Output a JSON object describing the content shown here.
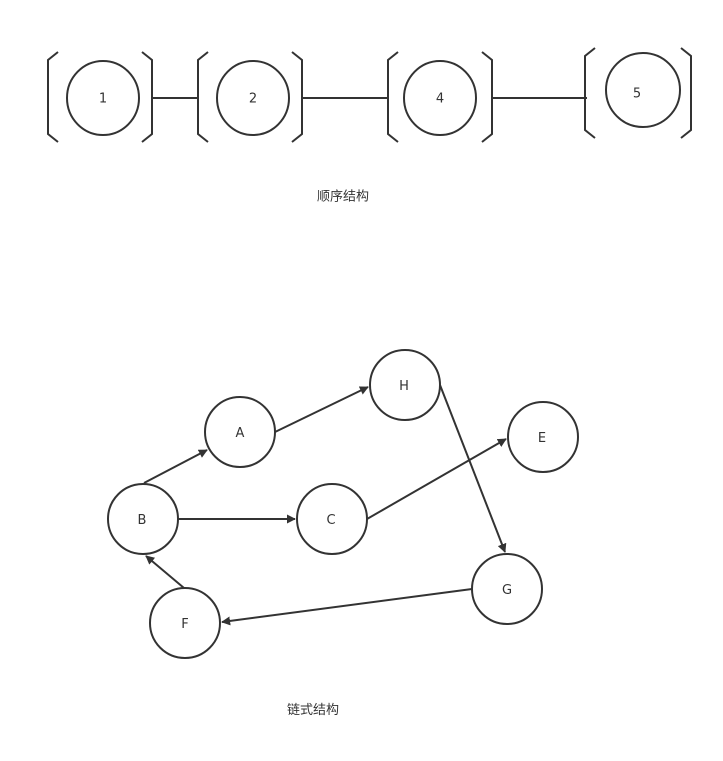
{
  "sequential": {
    "caption": "顺序结构",
    "nodes": [
      "1",
      "2",
      "4",
      "5"
    ]
  },
  "linked": {
    "caption": "链式结构",
    "nodes": {
      "A": "A",
      "B": "B",
      "C": "C",
      "E": "E",
      "F": "F",
      "G": "G",
      "H": "H"
    },
    "edges": [
      {
        "from": "B",
        "to": "A"
      },
      {
        "from": "A",
        "to": "H"
      },
      {
        "from": "B",
        "to": "C"
      },
      {
        "from": "C",
        "to": "E"
      },
      {
        "from": "H",
        "to": "G"
      },
      {
        "from": "G",
        "to": "F"
      },
      {
        "from": "F",
        "to": "B"
      }
    ]
  },
  "colors": {
    "stroke": "#333333",
    "background": "#ffffff"
  }
}
